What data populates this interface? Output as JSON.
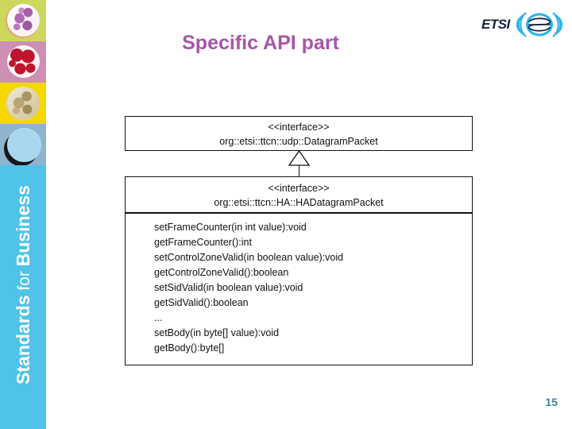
{
  "slide": {
    "title": "Specific API part",
    "title_color": "#a855a8",
    "page_number": "15",
    "page_number_color": "#3d8796",
    "background": "#ffffff"
  },
  "sidebar": {
    "background": "#4fc3e8",
    "tagline": {
      "part1": "Standards",
      "part2": " for ",
      "part3": "Business"
    },
    "tiles": [
      {
        "name": "tile-purple-moon",
        "background": "#cdd75e",
        "icon": "globe-icon"
      },
      {
        "name": "tile-red-earth",
        "background": "#cd8fb4",
        "icon": "globe-icon"
      },
      {
        "name": "tile-tan-moon",
        "background": "#f5d800",
        "icon": "globe-icon"
      },
      {
        "name": "tile-blue-sphere",
        "background": "#8fb4cd",
        "icon": "sphere-icon"
      }
    ]
  },
  "logo": {
    "wordmark": "ETSI",
    "wordmark_color": "#16213f",
    "mark_color": "#2ab6e8",
    "name": "etsi-logo"
  },
  "uml": {
    "superclass": {
      "stereotype": "<<interface>>",
      "qualified_name": "org::etsi::ttcn::udp::DatagramPacket"
    },
    "subclass": {
      "stereotype": "<<interface>>",
      "qualified_name": "org::etsi::ttcn::HA::HADatagramPacket",
      "methods": [
        "setFrameCounter(in int value):void",
        "getFrameCounter():int",
        "setControlZoneValid(in boolean value):void",
        "getControlZoneValid():boolean",
        "setSidValid(in boolean value):void",
        "getSidValid():boolean",
        "...",
        "setBody(in byte[] value):void",
        "getBody():byte[]"
      ]
    },
    "relationship": "generalization"
  }
}
